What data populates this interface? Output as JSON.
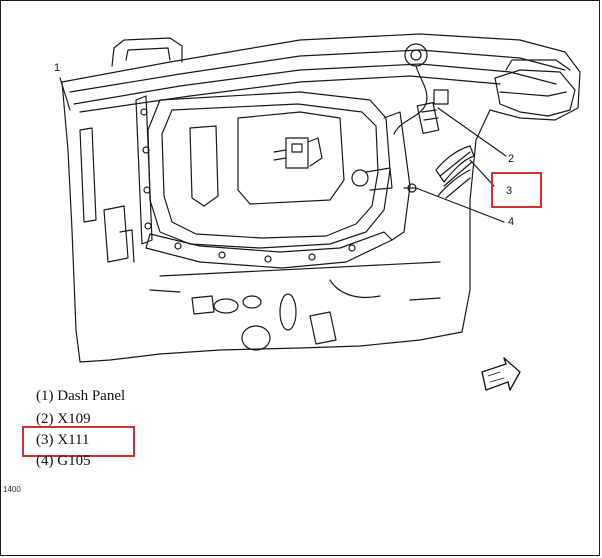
{
  "diagram": {
    "callouts": [
      {
        "id": "c1",
        "number": "1"
      },
      {
        "id": "c2",
        "number": "2"
      },
      {
        "id": "c3",
        "number": "3"
      },
      {
        "id": "c4",
        "number": "4"
      }
    ],
    "figure_id": "1400"
  },
  "legend": {
    "items": [
      {
        "label": "(1) Dash Panel"
      },
      {
        "label": "(2) X109"
      },
      {
        "label": "(3) X111"
      },
      {
        "label": "(4) G105"
      }
    ]
  },
  "colors": {
    "highlight": "#d32f2f",
    "line": "#1a1a1a"
  }
}
